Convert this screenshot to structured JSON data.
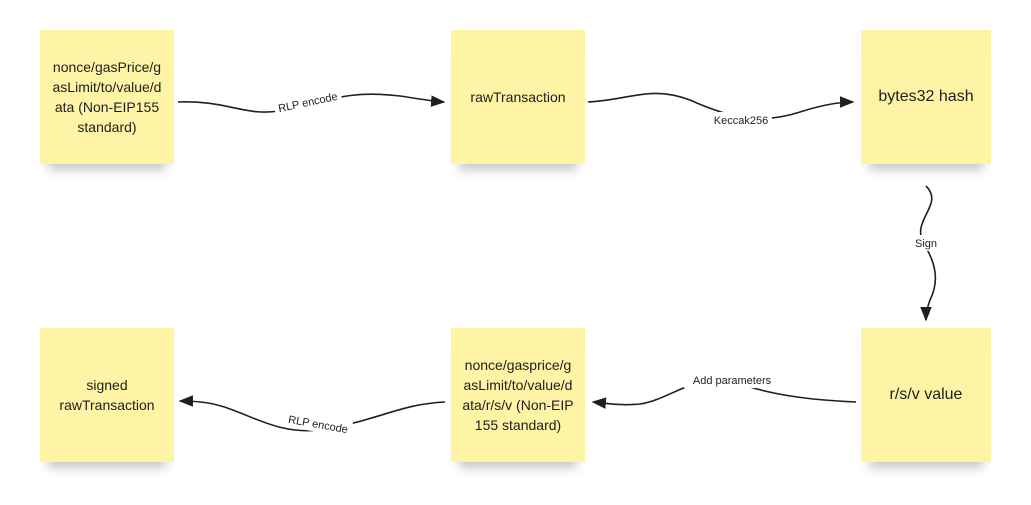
{
  "nodes": {
    "n1": "nonce/gasPrice/gasLimit/to/value/data (Non-EIP155 standard)",
    "n2": "rawTransaction",
    "n3": "bytes32 hash",
    "n4": "r/s/v value",
    "n5": "nonce/gasprice/gasLimit/to/value/data/r/s/v (Non-EIP155 standard)",
    "n6": "signed rawTransaction"
  },
  "edges": {
    "e1": "RLP encode",
    "e2": "Keccak256",
    "e3": "Sign",
    "e4": "Add parameters",
    "e5": "RLP encode"
  },
  "colors": {
    "note": "#fdf4a6",
    "arrow": "#1f1f1f"
  }
}
